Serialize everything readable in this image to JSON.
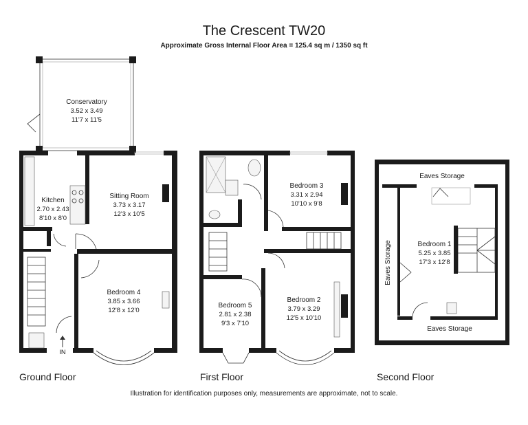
{
  "header": {
    "title": "The Crescent TW20",
    "area": "Approximate Gross Internal Floor Area  = 125.4 sq m  / 1350 sq ft"
  },
  "footer": {
    "disclaimer": "Illustration for identification purposes only, measurements are approximate, not to scale."
  },
  "floors": {
    "ground": "Ground Floor",
    "first": "First Floor",
    "second": "Second Floor"
  },
  "entrance": "IN",
  "rooms": {
    "conservatory": {
      "name": "Conservatory",
      "metric": "3.52 x 3.49",
      "imperial": "11'7 x 11'5"
    },
    "kitchen": {
      "name": "Kitchen",
      "metric": "2.70 x 2.43",
      "imperial": "8'10 x 8'0"
    },
    "sitting_room": {
      "name": "Sitting Room",
      "metric": "3.73 x 3.17",
      "imperial": "12'3 x 10'5"
    },
    "bedroom4": {
      "name": "Bedroom 4",
      "metric": "3.85 x 3.66",
      "imperial": "12'8 x 12'0"
    },
    "bedroom3": {
      "name": "Bedroom 3",
      "metric": "3.31 x 2.94",
      "imperial": "10'10 x 9'8"
    },
    "bedroom5": {
      "name": "Bedroom 5",
      "metric": "2.81 x 2.38",
      "imperial": "9'3 x 7'10"
    },
    "bedroom2": {
      "name": "Bedroom 2",
      "metric": "3.79 x 3.29",
      "imperial": "12'5 x 10'10"
    },
    "bedroom1": {
      "name": "Bedroom 1",
      "metric": "5.25 x 3.85",
      "imperial": "17'3 x 12'8"
    },
    "eaves_top": {
      "name": "Eaves Storage"
    },
    "eaves_left": {
      "name": "Eaves Storage"
    },
    "eaves_bottom": {
      "name": "Eaves Storage"
    }
  }
}
